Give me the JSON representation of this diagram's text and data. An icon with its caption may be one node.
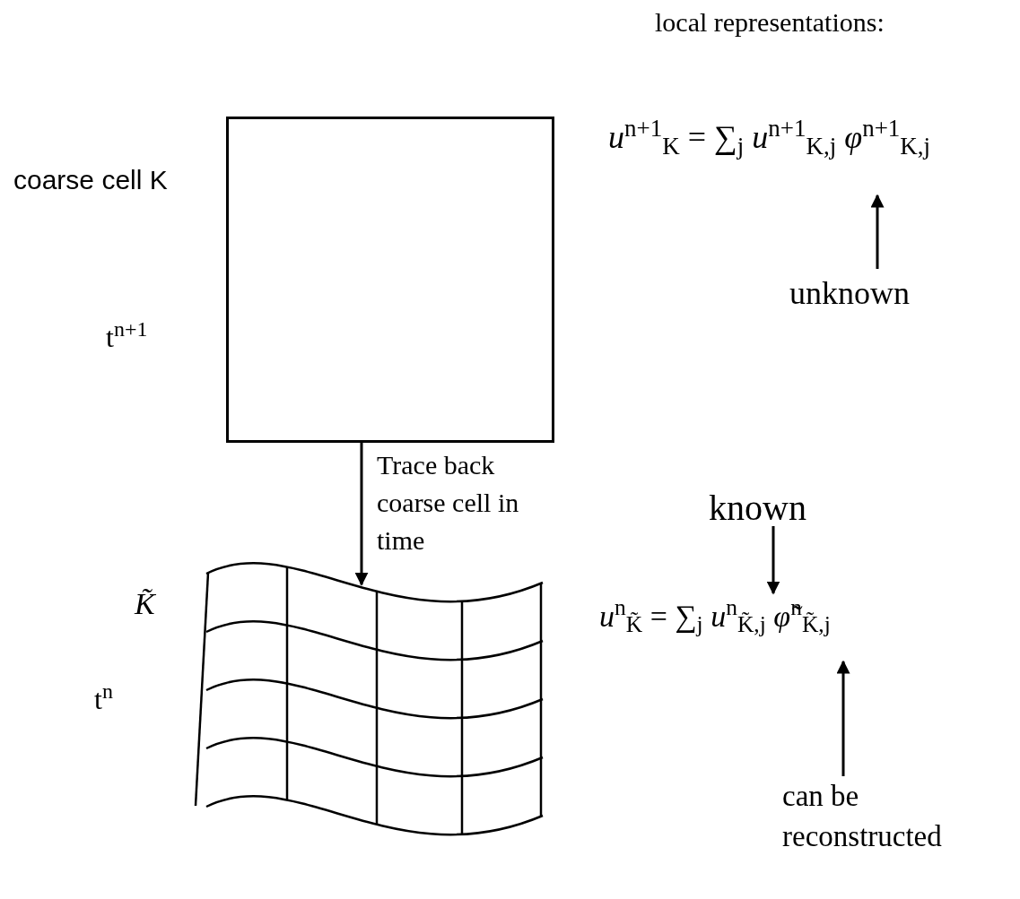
{
  "diagram": {
    "nodes": [
      {
        "text": [],
        "shape": "box",
        "beside": [
          "coarse cell K",
          "t$^{n+1}$"
        ]
      },
      {
        "text": [],
        "shape": "picture",
        "beside": [
          "K̃",
          "t$^{n}$"
        ]
      },
      {
        "text": [
          "*u*$^{n+1}$$_{K}$ = ∑$_{j}$ *u*$^{n+1}$$_{K,j}$ *φ*$^{n+1}$$_{K,j}$"
        ]
      },
      {
        "text": [
          "unknown"
        ]
      },
      {
        "text": [
          "known"
        ]
      },
      {
        "text": [
          "*u*$^{n}$$_{K̃}$ = ∑$_{j}$ *u*$^{n}$$_{K̃,j}$ *φ̃*$^{n}$$_{K̃,j}$"
        ]
      },
      {
        "text": [
          "can be reconstructed"
        ]
      }
    ],
    "edges": [
      {
        "from": 0,
        "to": 1,
        "arrow": "to",
        "label": "Trace back coarse cell in time"
      },
      {
        "from": 3,
        "to": 2,
        "arrow": "to"
      },
      {
        "from": 4,
        "to": 5,
        "arrow": "to"
      },
      {
        "from": 6,
        "to": 5,
        "arrow": "to"
      }
    ],
    "labels": [
      "local representations:"
    ]
  }
}
